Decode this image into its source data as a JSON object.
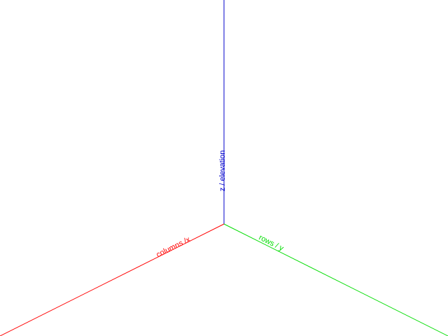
{
  "axes": {
    "x": {
      "label": "columns /x",
      "color": "#ff0000"
    },
    "y": {
      "label": "rows / y",
      "color": "#00dd00"
    },
    "z": {
      "label": "z / elevation",
      "color": "#0000cc"
    }
  },
  "background_color": "#ffffff"
}
